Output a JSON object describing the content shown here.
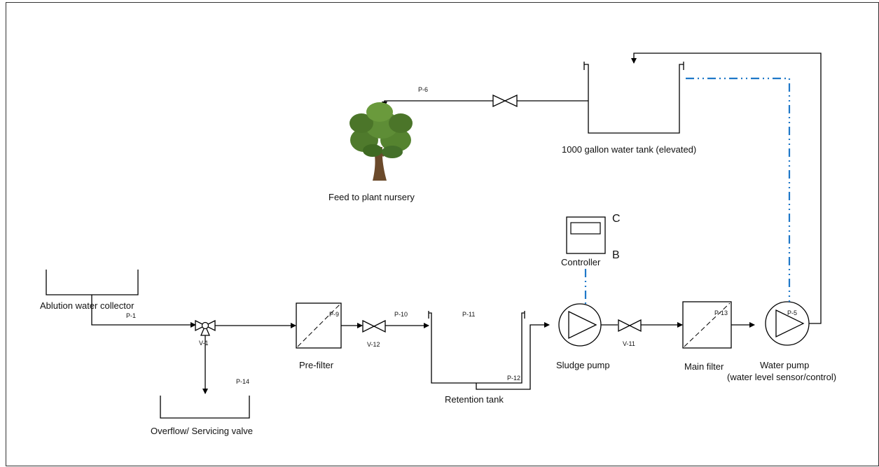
{
  "labels": {
    "ablution_collector": "Ablution water collector",
    "overflow_valve": "Overflow/ Servicing valve",
    "prefilter": "Pre-filter",
    "retention_tank": "Retention tank",
    "sludge_pump": "Sludge pump",
    "main_filter": "Main filter",
    "water_pump_line1": "Water pump",
    "water_pump_line2": "(water level sensor/control)",
    "controller": "Controller",
    "controller_c": "C",
    "controller_b": "B",
    "elevated_tank": "1000 gallon water tank (elevated)",
    "nursery": "Feed to plant nursery"
  },
  "tags": {
    "p1": "P-1",
    "v1": "V-1",
    "p14": "P-14",
    "p9": "P-9",
    "v12": "V-12",
    "p10": "P-10",
    "p11": "P-11",
    "p12": "P-12",
    "v11": "V-11",
    "p13": "P-13",
    "p5": "P-5",
    "p6": "P-6"
  },
  "colors": {
    "line": "#000000",
    "signal_line": "#1f78c8",
    "tree_canopy": "#4f7a2c",
    "tree_trunk": "#6b4a2b"
  },
  "icons": {
    "nursery": "tree-icon",
    "controller": "controller-icon"
  }
}
